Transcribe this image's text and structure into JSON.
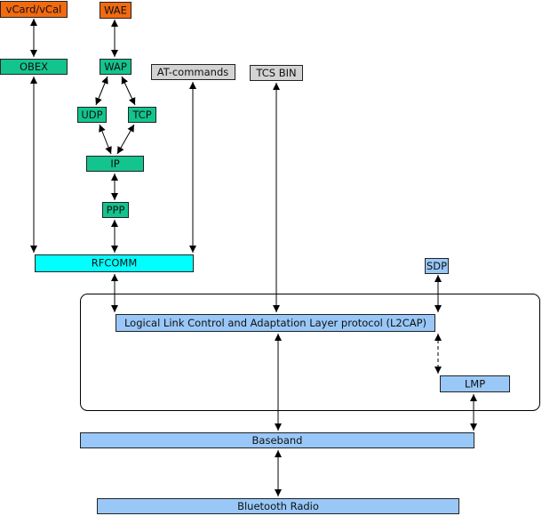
{
  "colors": {
    "application": "#f26a10",
    "wap_stack": "#13c48e",
    "rfcomm": "#00ffff",
    "external": "#d3d3d3",
    "core": "#99c8f8"
  },
  "boxes": {
    "vcard": "vCard/vCal",
    "wae": "WAE",
    "obex": "OBEX",
    "wap": "WAP",
    "at_commands": "AT-commands",
    "tcs_bin": "TCS BIN",
    "udp": "UDP",
    "tcp": "TCP",
    "ip": "IP",
    "ppp": "PPP",
    "rfcomm": "RFCOMM",
    "sdp": "SDP",
    "l2cap": "Logical Link Control and Adaptation Layer protocol (L2CAP)",
    "lmp": "LMP",
    "baseband": "Baseband",
    "radio": "Bluetooth Radio"
  }
}
